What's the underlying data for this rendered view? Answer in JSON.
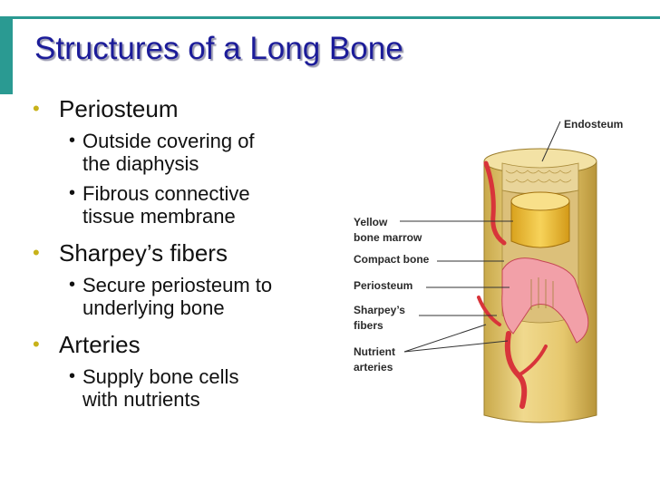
{
  "slide": {
    "title": "Structures of a Long Bone"
  },
  "bullets": [
    {
      "text": "Periosteum",
      "sub": [
        [
          "Outside covering of",
          "the diaphysis"
        ],
        [
          "Fibrous connective",
          "tissue membrane"
        ]
      ]
    },
    {
      "text": "Sharpey’s fibers",
      "sub": [
        [
          "Secure periosteum to",
          "underlying bone"
        ]
      ]
    },
    {
      "text": "Arteries",
      "sub": [
        [
          "Supply bone cells",
          "with nutrients"
        ]
      ]
    }
  ],
  "figure": {
    "labels": {
      "endosteum": "Endosteum",
      "yellow_marrow_1": "Yellow",
      "yellow_marrow_2": "bone marrow",
      "compact_bone": "Compact bone",
      "periosteum": "Periosteum",
      "sharpeys_1": "Sharpey’s",
      "sharpeys_2": "fibers",
      "nutrient_1": "Nutrient",
      "nutrient_2": "arteries"
    }
  },
  "colors": {
    "accent": "#2a9a92",
    "title": "#1c1c99",
    "bullet": "#c8b21a",
    "bone": "#e8cf7a",
    "artery": "#d8343a"
  }
}
